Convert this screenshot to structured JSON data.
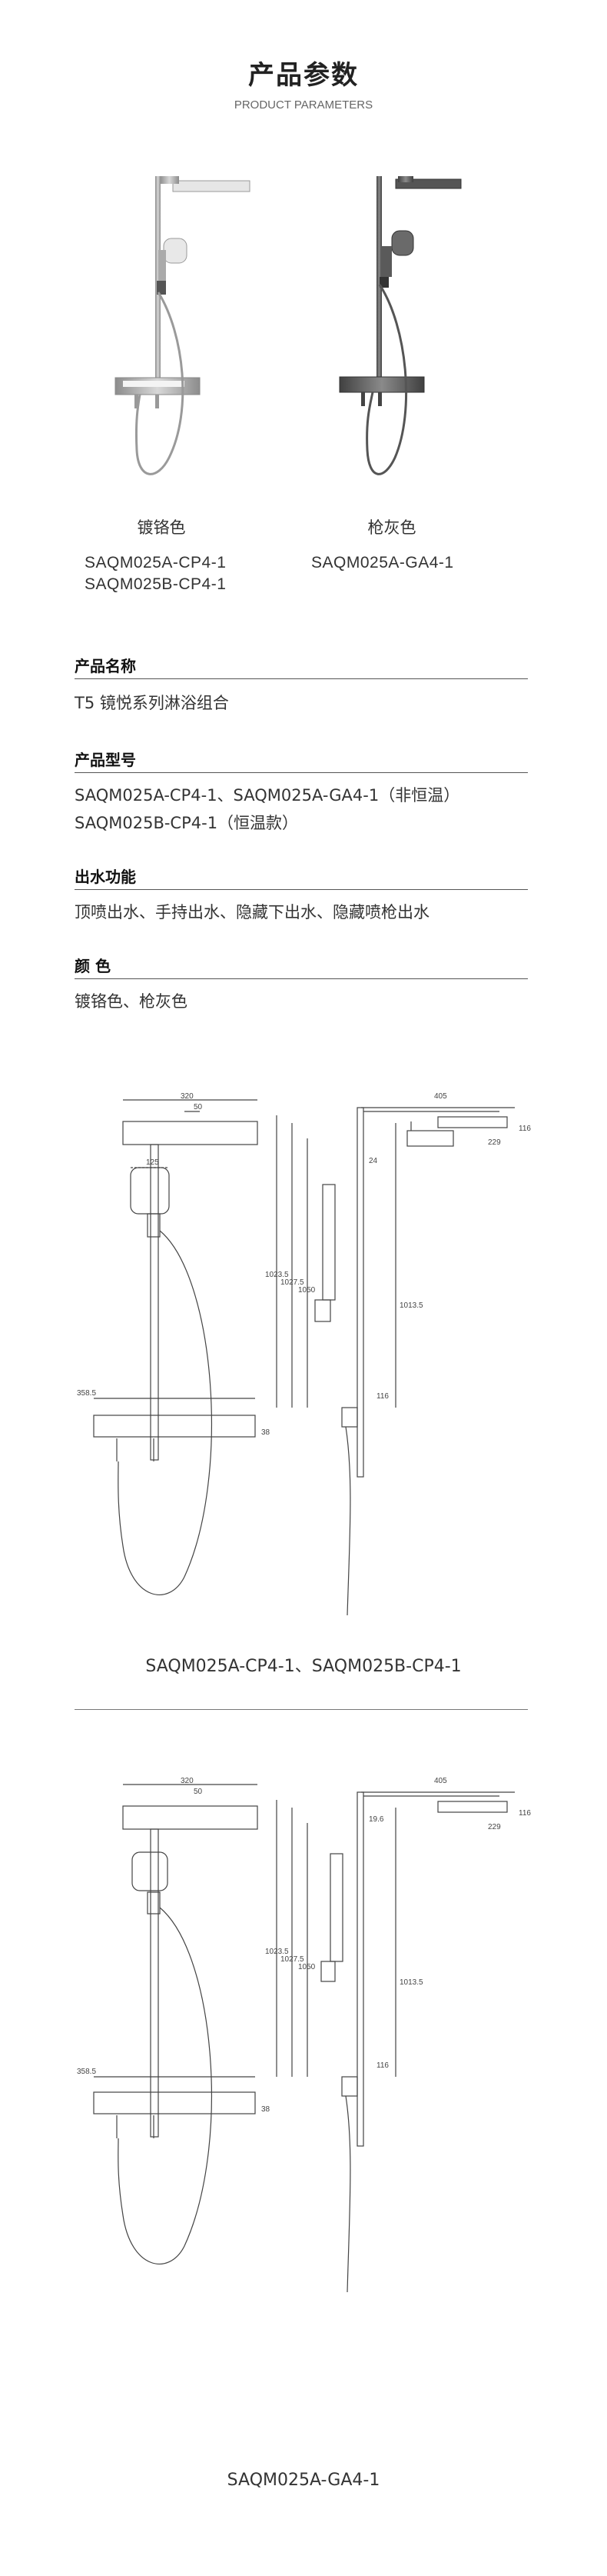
{
  "header": {
    "title_cn": "产品参数",
    "title_en": "PRODUCT PARAMETERS"
  },
  "products": [
    {
      "color_name": "镀铬色",
      "models": [
        "SAQM025A-CP4-1",
        "SAQM025B-CP4-1"
      ],
      "finish": "chrome"
    },
    {
      "color_name": "枪灰色",
      "models": [
        "SAQM025A-GA4-1"
      ],
      "finish": "gunmetal"
    }
  ],
  "specs": [
    {
      "heading": "产品名称",
      "lines": [
        "T5 镜悦系列淋浴组合"
      ]
    },
    {
      "heading": "产品型号",
      "lines": [
        "SAQM025A-CP4-1、SAQM025A-GA4-1（非恒温）",
        "SAQM025B-CP4-1（恒温款）"
      ]
    },
    {
      "heading": "出水功能",
      "lines": [
        "顶喷出水、手持出水、隐藏下出水、隐藏喷枪出水"
      ]
    },
    {
      "heading": "颜 色",
      "lines": [
        "镀铬色、枪灰色"
      ]
    }
  ],
  "drawings": [
    {
      "caption": "SAQM025A-CP4-1、SAQM025B-CP4-1",
      "front_dims": {
        "width": "320",
        "offset": "50",
        "handset": "125",
        "bar": "358.5",
        "low": "38"
      },
      "side_dims": {
        "reach": "405",
        "head_h": "116",
        "head_w": "229",
        "arm": "24",
        "h1": "1023.5",
        "h2": "1027.5",
        "h3": "1050",
        "h4": "1013.5",
        "base": "116"
      }
    },
    {
      "caption": "SAQM025A-GA4-1",
      "front_dims": {
        "width": "320",
        "offset": "50",
        "bar": "358.5",
        "low": "38"
      },
      "side_dims": {
        "reach": "405",
        "head_h": "116",
        "head_w": "229",
        "arm": "19.6",
        "h1": "1023.5",
        "h2": "1027.5",
        "h3": "1050",
        "h4": "1013.5",
        "base": "116"
      }
    }
  ],
  "colors": {
    "chrome": "#b8b8b8",
    "gunmetal": "#6a6a6a",
    "line": "#444444"
  }
}
